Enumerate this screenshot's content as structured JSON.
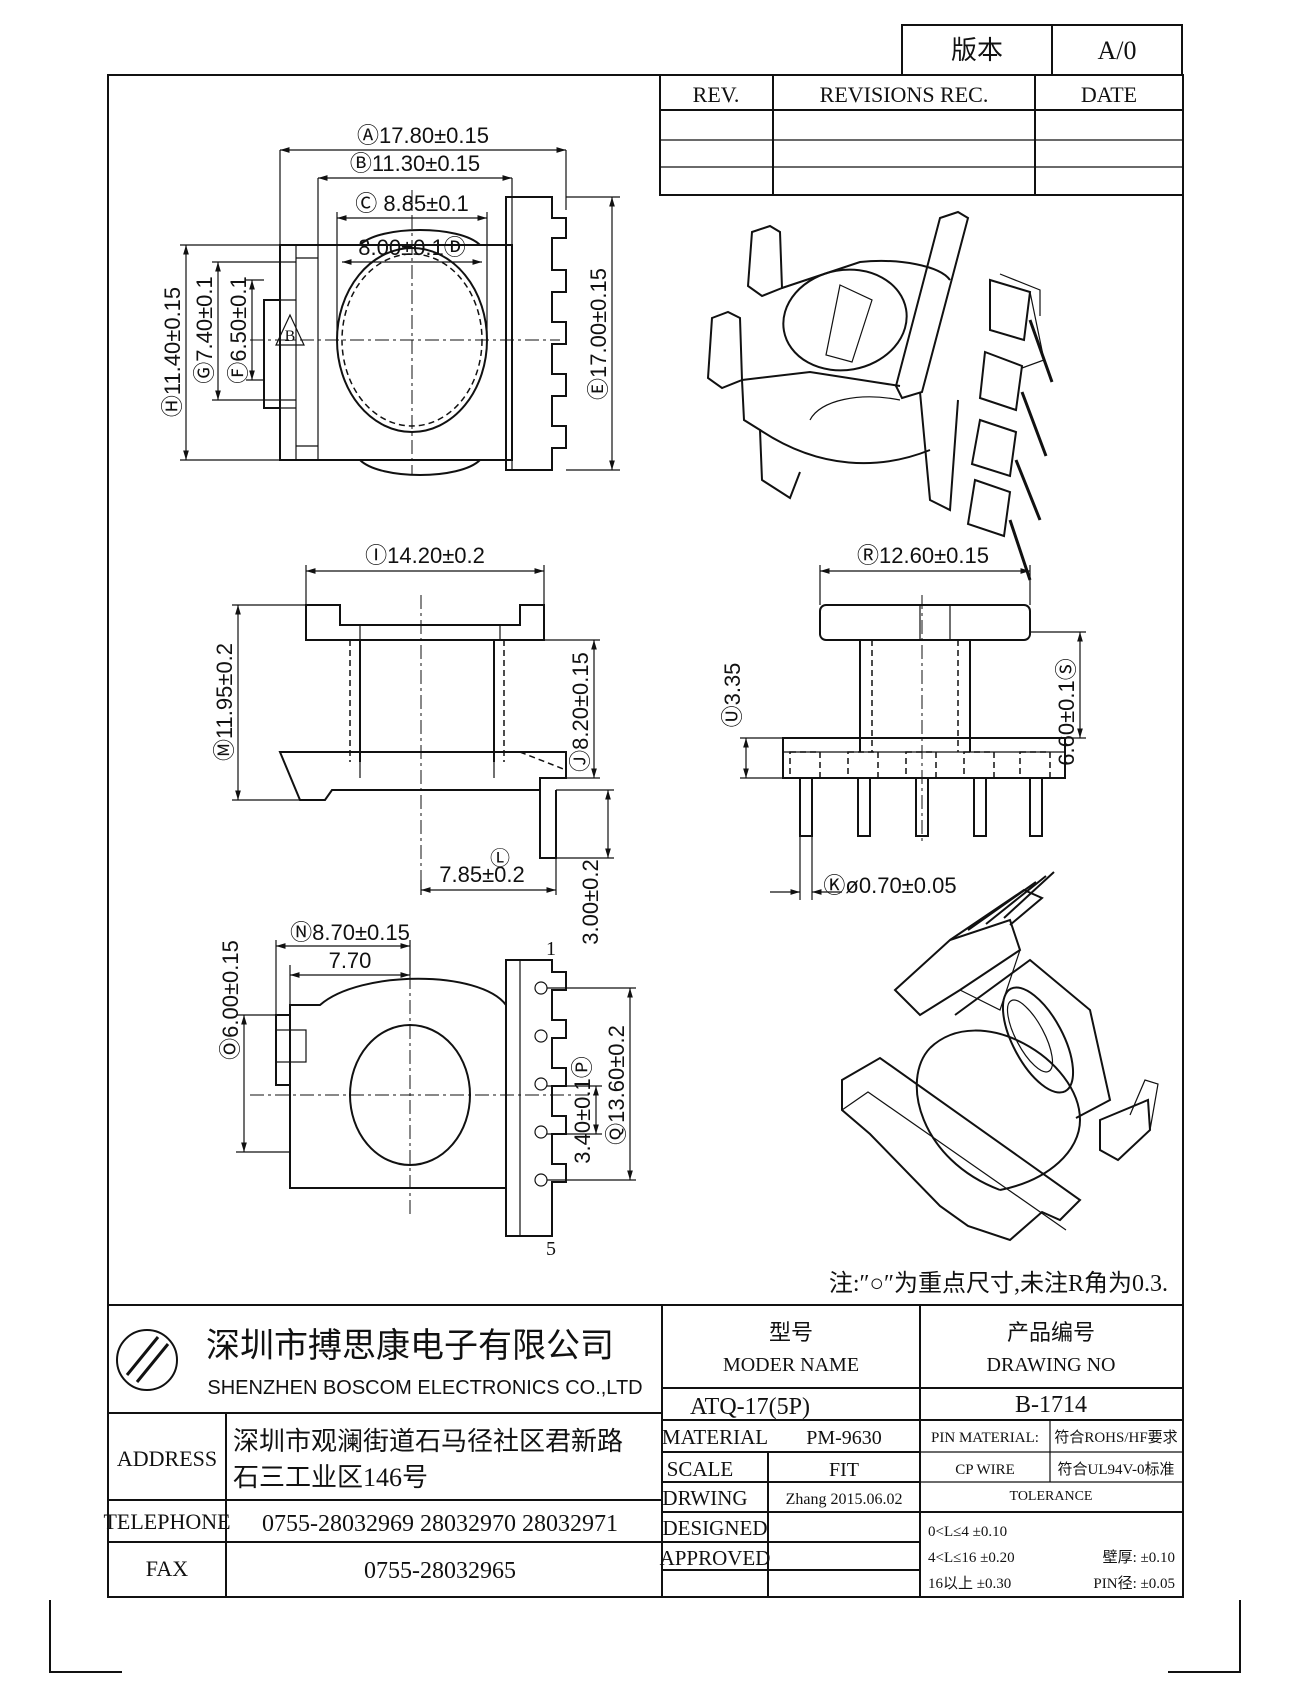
{
  "version_box": {
    "label": "版本",
    "value": "A/0"
  },
  "revision_table": {
    "headers": [
      "REV.",
      "REVISIONS REC.",
      "DATE"
    ]
  },
  "dimensions": {
    "A": "Ⓐ17.80±0.15",
    "B": "Ⓑ11.30±0.15",
    "C": "Ⓒ 8.85±0.1",
    "D": "8.00±0.1Ⓓ",
    "E": "Ⓔ17.00±0.15",
    "F": "Ⓕ6.50±0.1",
    "G": "Ⓖ7.40±0.1",
    "H": "Ⓗ11.40±0.15",
    "I": "Ⓘ14.20±0.2",
    "J": "Ⓙ8.20±0.15",
    "M": "Ⓜ11.95±0.2",
    "L": "Ⓛ",
    "L_value": "7.85±0.2",
    "pin_len": "3.00±0.2",
    "R": "Ⓡ12.60±0.15",
    "U": "Ⓤ3.35",
    "S": "6.60±0.1Ⓢ",
    "K": "Ⓚø0.70±0.05",
    "N": "Ⓝ8.70±0.15",
    "dim_770": "7.70",
    "O6": "Ⓞ6.00±0.15",
    "P": "3.40±0.1Ⓟ",
    "Q": "Ⓠ13.60±0.2",
    "pin_first": "1",
    "pin_last": "5",
    "triangle_mark": "B"
  },
  "note": "注:″○″为重点尺寸,未注R角为0.3.",
  "company": {
    "name_cn": "深圳市搏思康电子有限公司",
    "name_en": "SHENZHEN BOSCOM ELECTRONICS CO.,LTD"
  },
  "address": {
    "label": "ADDRESS",
    "line1": "深圳市观澜街道石马径社区君新路",
    "line2": "石三工业区146号"
  },
  "telephone": {
    "label": "TELEPHONE",
    "value": "0755-28032969 28032970 28032971"
  },
  "fax": {
    "label": "FAX",
    "value": "0755-28032965"
  },
  "model": {
    "label_cn": "型号",
    "label_en": "MODER NAME",
    "value": "ATQ-17(5P)"
  },
  "drawing": {
    "label_cn": "产品编号",
    "label_en": "DRAWING NO",
    "value": "B-1714"
  },
  "material": {
    "label": "MATERIAL",
    "value": "PM-9630"
  },
  "scale": {
    "label": "SCALE",
    "value": "FIT"
  },
  "drwing": {
    "label": "DRWING",
    "value": "Zhang 2015.06.02"
  },
  "designed": {
    "label": "DESIGNED"
  },
  "approved": {
    "label": "APPROVED"
  },
  "pin_material": {
    "label1": "PIN MATERIAL:",
    "label2": "CP WIRE",
    "val1": "符合ROHS/HF要求",
    "val2": "符合UL94V-0标准"
  },
  "tolerance": {
    "title": "TOLERANCE",
    "r1": "0<L≤4  ±0.10",
    "r2": "4<L≤16 ±0.20",
    "r3": "16以上    ±0.30",
    "r4": "壁厚:  ±0.10",
    "r5": "PIN径: ±0.05"
  }
}
